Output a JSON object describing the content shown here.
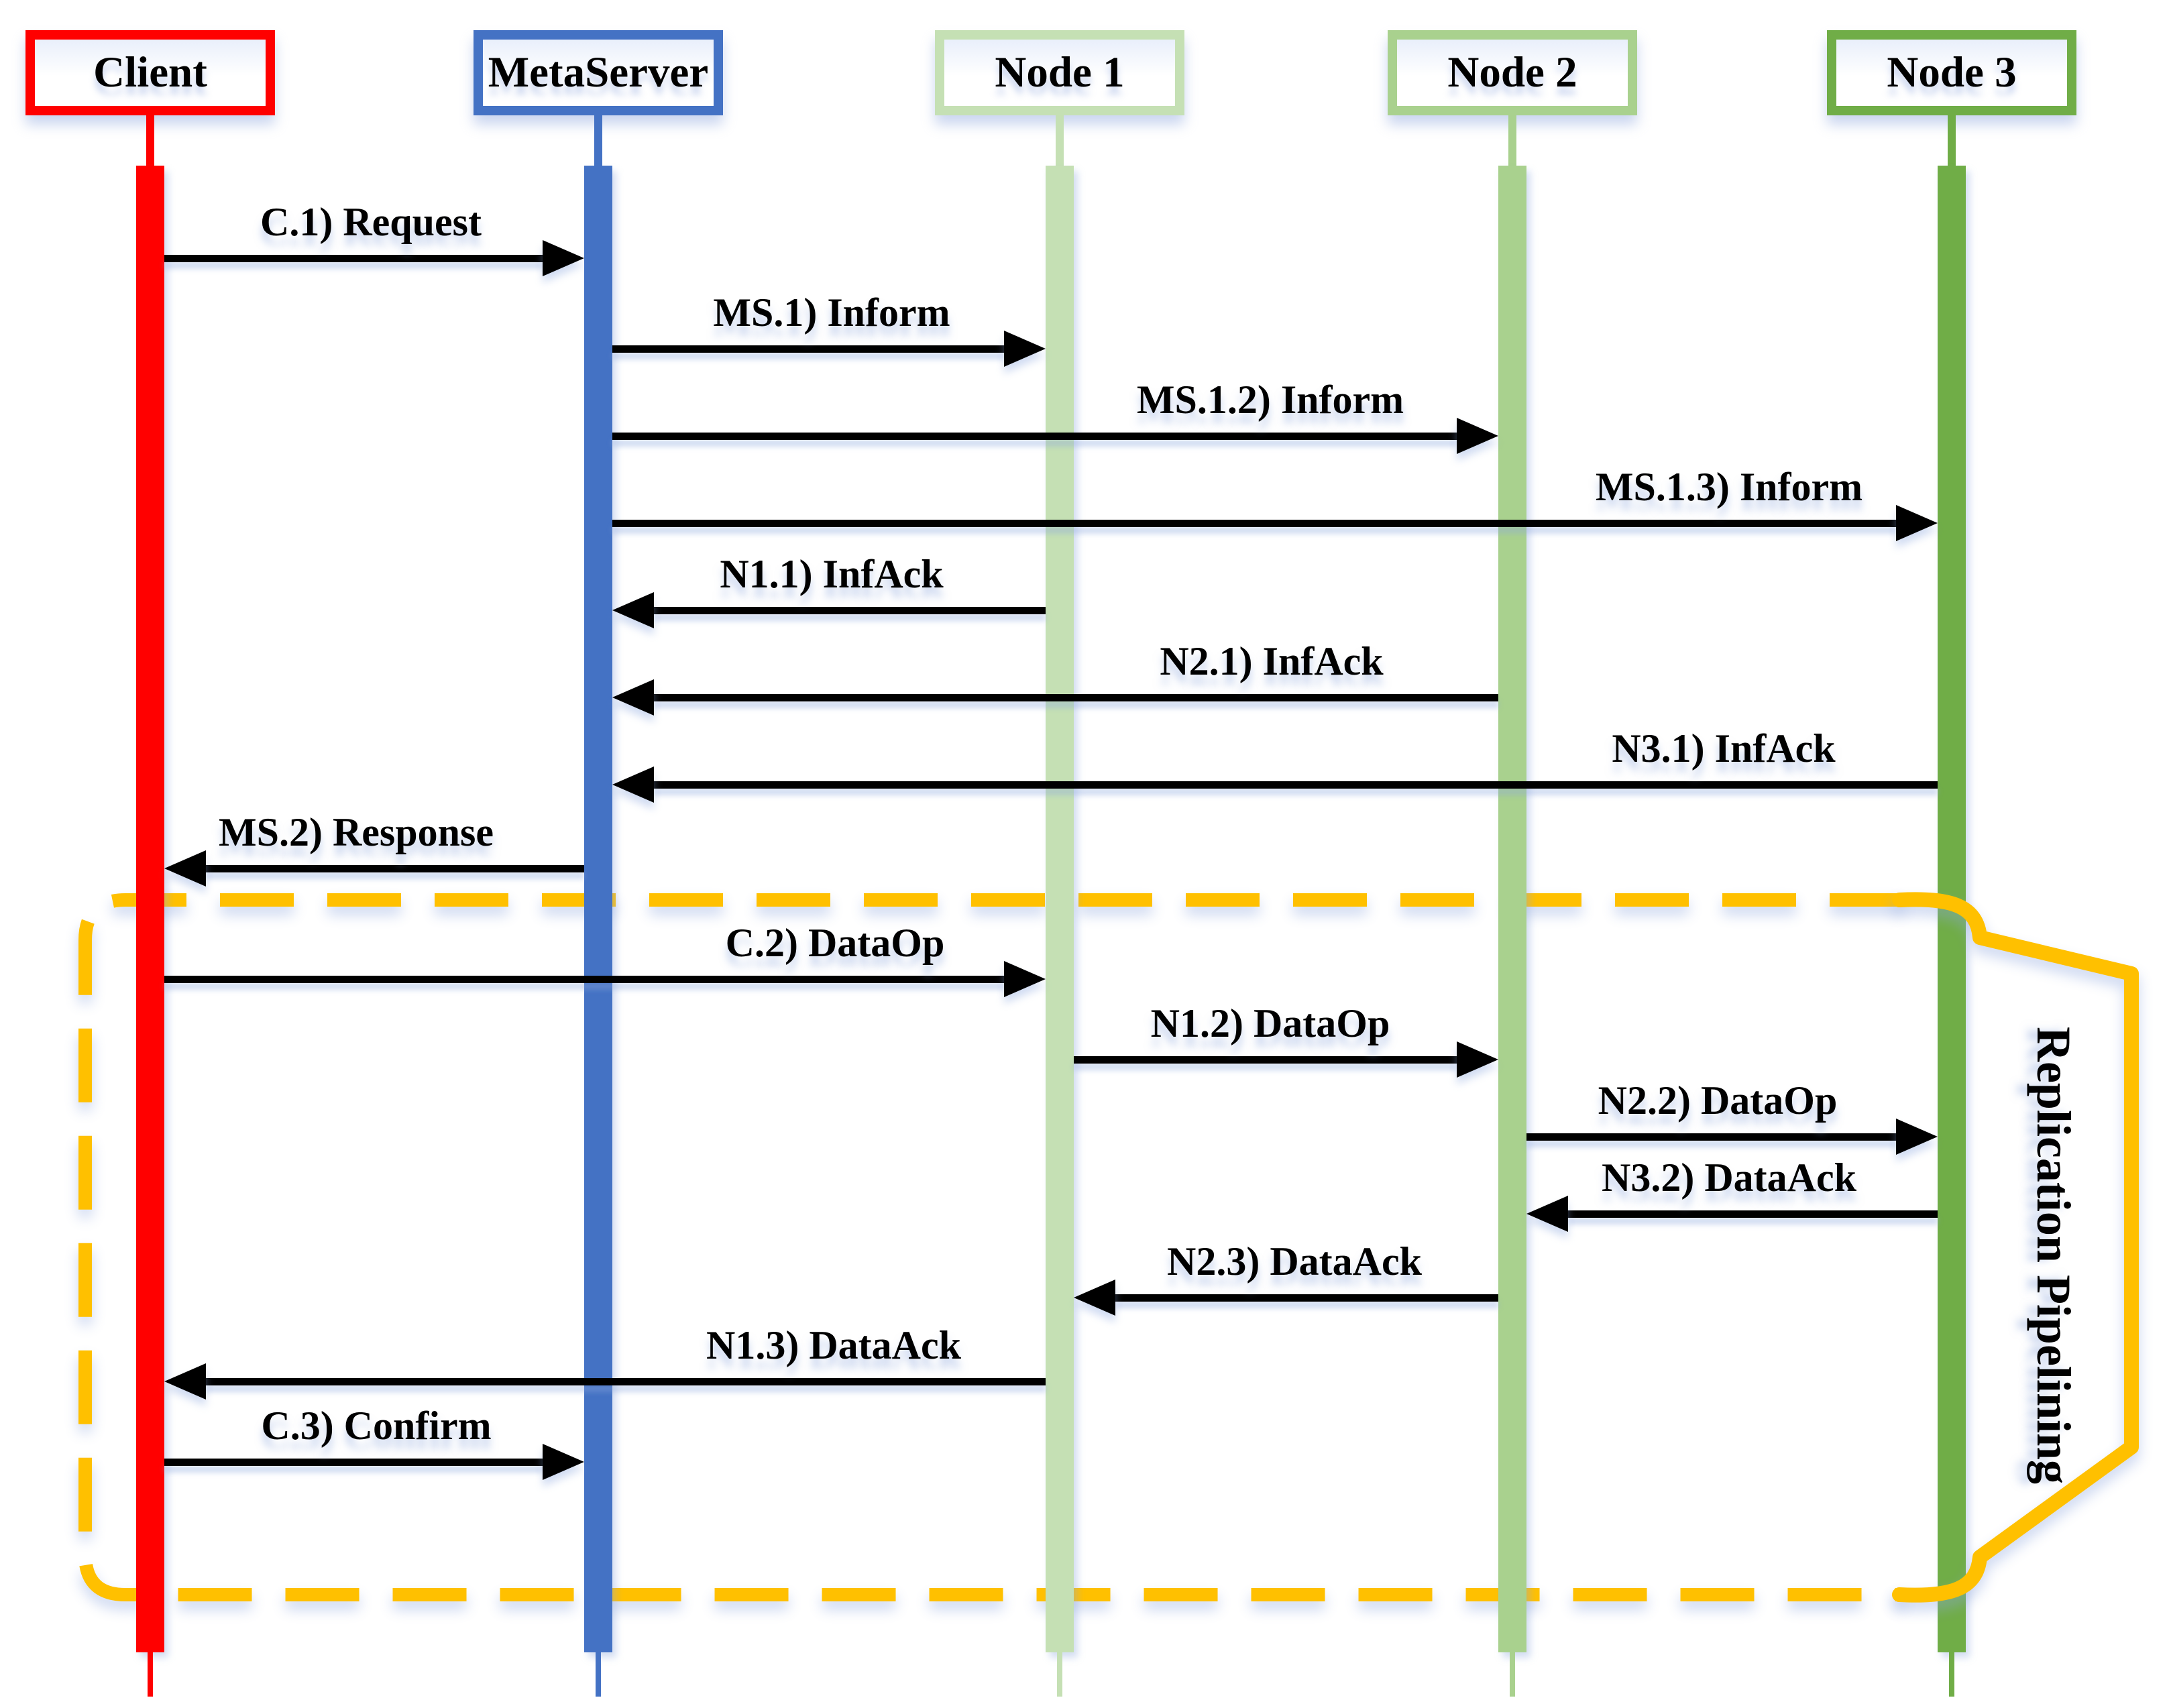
{
  "diagram": {
    "type": "sequence-diagram",
    "actors": [
      {
        "name": "Client",
        "color": "#FF0000"
      },
      {
        "name": "MetaServer",
        "color": "#4472C4"
      },
      {
        "name": "Node 1",
        "color": "#C5E0B4"
      },
      {
        "name": "Node 2",
        "color": "#A9D18E"
      },
      {
        "name": "Node 3",
        "color": "#70AD47"
      }
    ],
    "messages": [
      {
        "label": "C.1) Request",
        "from": "Client",
        "to": "MetaServer"
      },
      {
        "label": "MS.1) Inform",
        "from": "MetaServer",
        "to": "Node 1"
      },
      {
        "label": "MS.1.2) Inform",
        "from": "MetaServer",
        "to": "Node 2"
      },
      {
        "label": "MS.1.3) Inform",
        "from": "MetaServer",
        "to": "Node 3"
      },
      {
        "label": "N1.1) InfAck",
        "from": "Node 1",
        "to": "MetaServer"
      },
      {
        "label": "N2.1) InfAck",
        "from": "Node 2",
        "to": "MetaServer"
      },
      {
        "label": "N3.1) InfAck",
        "from": "Node 3",
        "to": "MetaServer"
      },
      {
        "label": "MS.2) Response",
        "from": "MetaServer",
        "to": "Client"
      },
      {
        "label": "C.2) DataOp",
        "from": "Client",
        "to": "Node 1"
      },
      {
        "label": "N1.2) DataOp",
        "from": "Node 1",
        "to": "Node 2"
      },
      {
        "label": "N2.2) DataOp",
        "from": "Node 2",
        "to": "Node 3"
      },
      {
        "label": "N3.2) DataAck",
        "from": "Node 3",
        "to": "Node 2"
      },
      {
        "label": "N2.3) DataAck",
        "from": "Node 2",
        "to": "Node 1"
      },
      {
        "label": "N1.3) DataAck",
        "from": "Node 1",
        "to": "Client"
      },
      {
        "label": "C.3) Confirm",
        "from": "Client",
        "to": "MetaServer"
      }
    ],
    "annotation": {
      "label": "Replication Pipelining",
      "color": "#FFC000",
      "style": "dashed rounded region with right banner bracket"
    }
  }
}
